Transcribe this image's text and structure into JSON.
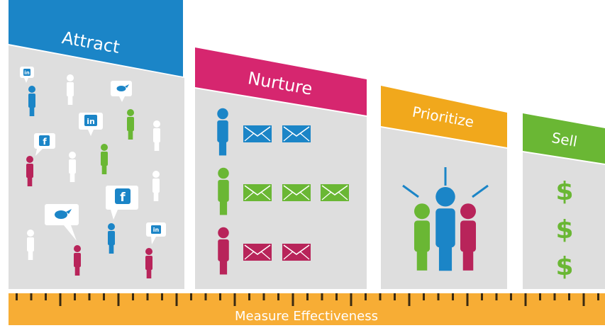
{
  "stages": [
    {
      "id": "attract",
      "label": "Attract",
      "color": "#1b85c7"
    },
    {
      "id": "nurture",
      "label": "Nurture",
      "color": "#d6266f"
    },
    {
      "id": "prioritize",
      "label": "Prioritize",
      "color": "#f1a81c"
    },
    {
      "id": "sell",
      "label": "Sell",
      "color": "#6ab734"
    }
  ],
  "ruler": {
    "label": "Measure Effectiveness",
    "color": "#f7ad35"
  },
  "social_badges": {
    "linkedin": "in",
    "facebook": "f",
    "twitter": "twitter-bird"
  },
  "people_colors": {
    "blue": "#1b85c7",
    "green": "#6ab734",
    "magenta": "#b8245a",
    "white": "#ffffff"
  },
  "panel_color": "#dedede",
  "sell_symbol": "$"
}
